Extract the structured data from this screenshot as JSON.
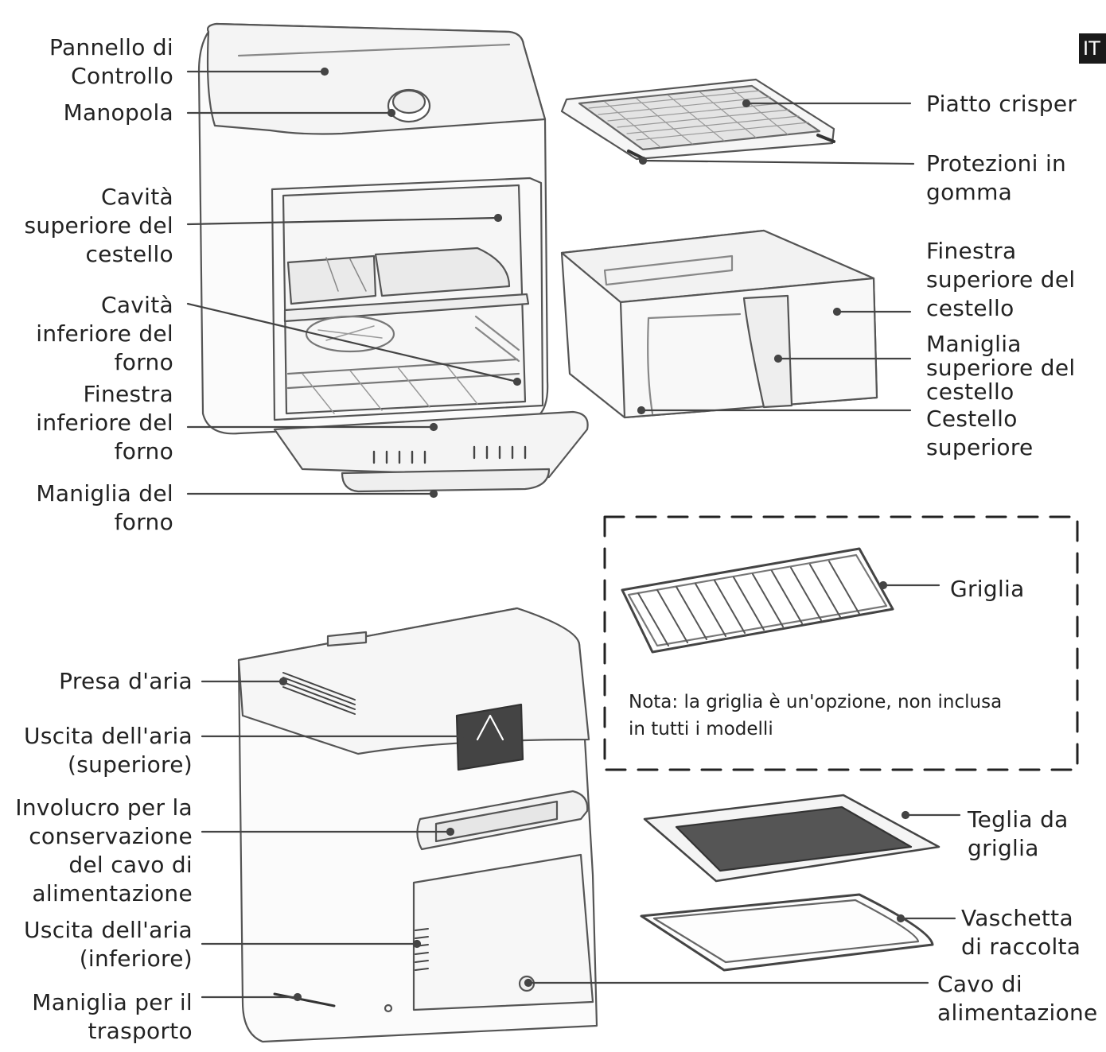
{
  "language_tab": "IT",
  "labels": {
    "pannello": [
      "Pannello di",
      "Controllo"
    ],
    "manopola": [
      "Manopola"
    ],
    "cavita_sup": [
      "Cavità",
      "superiore del",
      "cestello"
    ],
    "cavita_inf": [
      "Cavità",
      "inferiore del",
      "forno"
    ],
    "finestra_inf": [
      "Finestra",
      "inferiore del",
      "forno"
    ],
    "maniglia_forno": [
      "Maniglia del",
      "forno"
    ],
    "piatto_crisper": [
      "Piatto crisper"
    ],
    "protezioni": [
      "Protezioni in",
      "gomma"
    ],
    "finestra_sup": [
      "Finestra",
      "superiore del",
      "cestello"
    ],
    "maniglia_sup": [
      "Maniglia",
      "superiore del",
      "cestello"
    ],
    "cestello_sup": [
      "Cestello",
      "superiore"
    ],
    "griglia": [
      "Griglia"
    ],
    "presa_aria": [
      "Presa d'aria"
    ],
    "uscita_sup": [
      "Uscita dell'aria",
      "(superiore)"
    ],
    "involucro": [
      "Involucro per la",
      "conservazione",
      "del cavo di",
      "alimentazione"
    ],
    "uscita_inf": [
      "Uscita dell'aria",
      "(inferiore)"
    ],
    "maniglia_trasporto": [
      "Maniglia per il",
      "trasporto"
    ],
    "teglia": [
      "Teglia da",
      "griglia"
    ],
    "vaschetta": [
      "Vaschetta",
      "di raccolta"
    ],
    "cavo": [
      "Cavo di",
      "alimentazione"
    ]
  },
  "note": [
    "Nota: la griglia è un'opzione, non inclusa",
    "in tutti i modelli"
  ]
}
